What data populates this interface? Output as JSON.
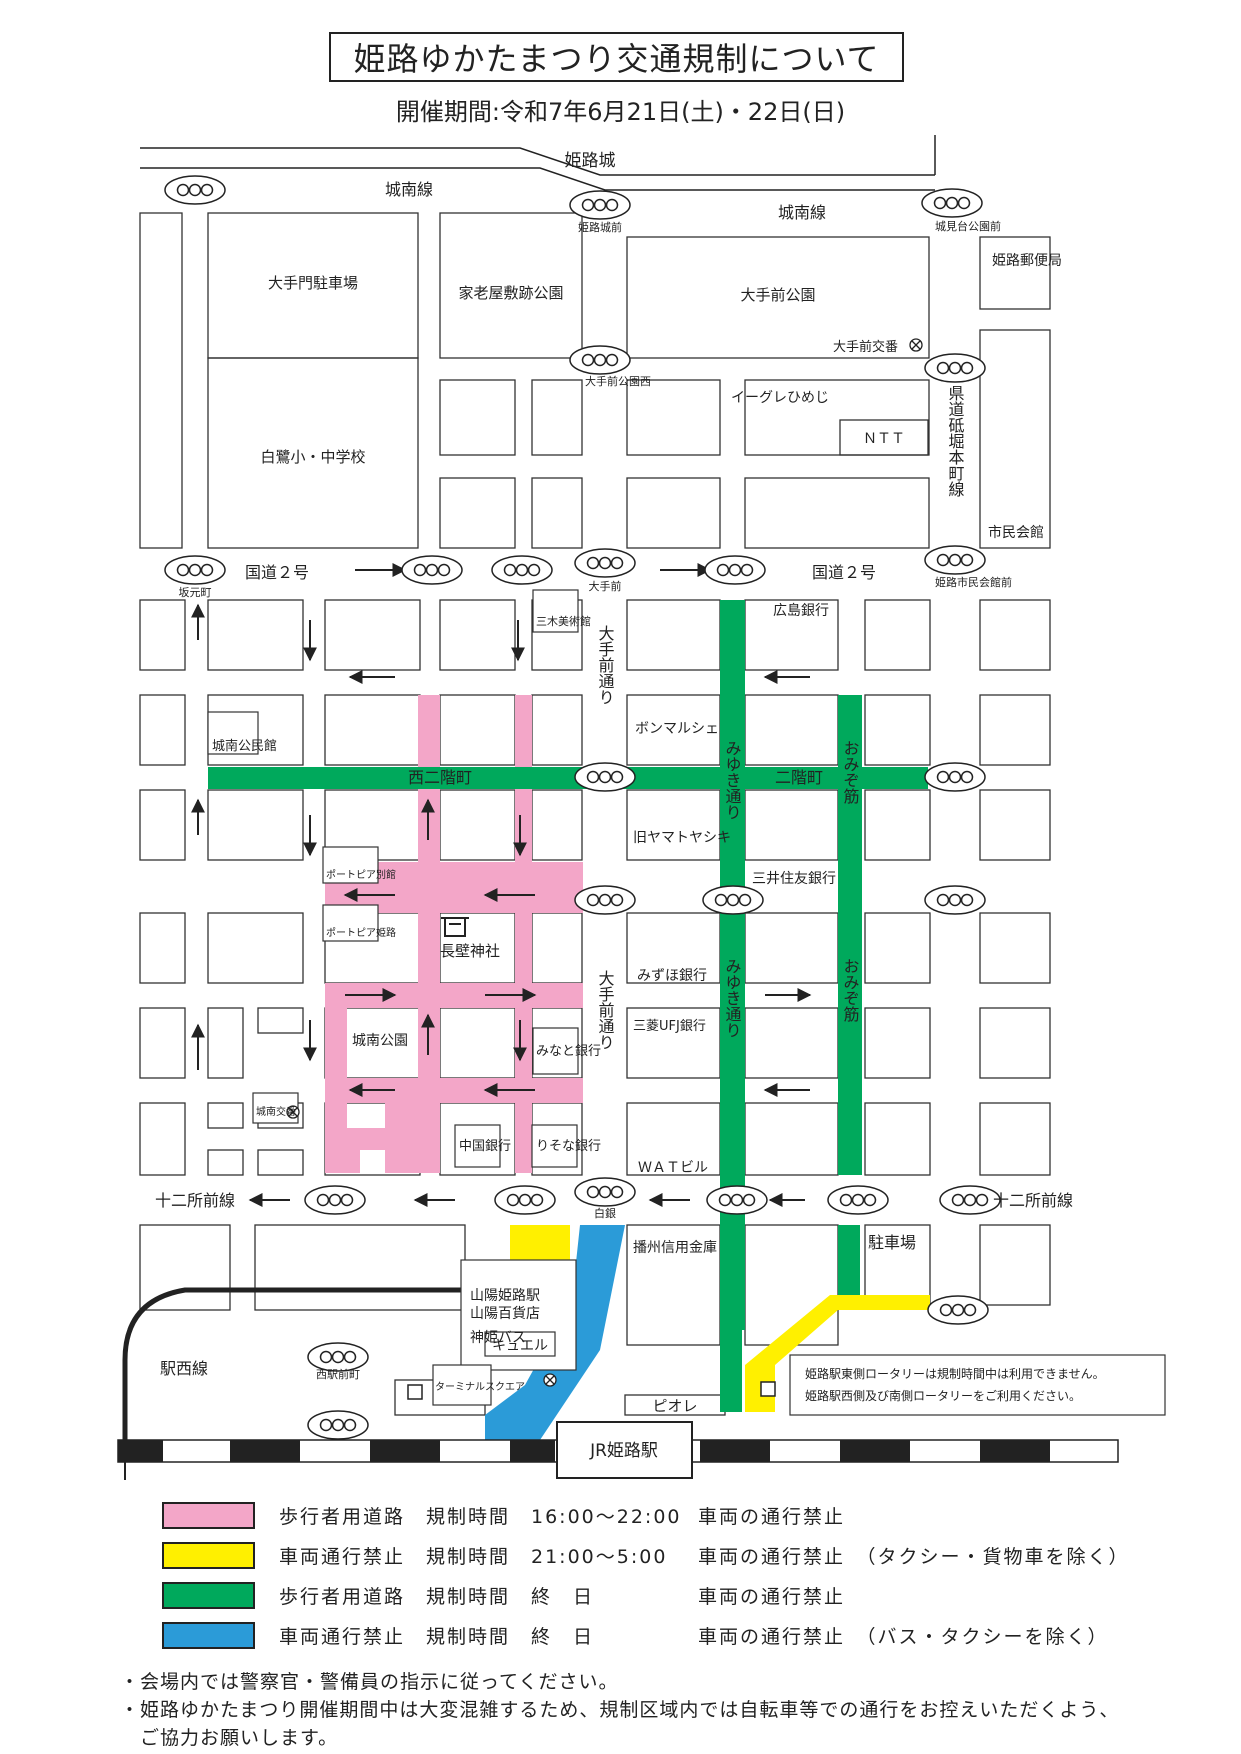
{
  "title": "姫路ゆかたまつり交通規制について",
  "period": "開催期間:令和7年6月21日(土)・22日(日)",
  "colors": {
    "pink": "#f3a6c8",
    "yellow": "#fff000",
    "green": "#00a95c",
    "blue": "#2b9bd8"
  },
  "map": {
    "castle": "姫路城",
    "roads": {
      "jonan_left": "城南線",
      "jonan_right": "城南線",
      "kokudo_left": "国道２号",
      "kokudo_right": "国道２号",
      "otemae_upper": "大手前通り",
      "otemae_lower": "大手前通り",
      "nishinikaimachi": "西二階町",
      "nikaimachi": "二階町",
      "miyuki_upper": "みゆき通り",
      "miyuki_lower": "みゆき通り",
      "omizo_upper": "おみぞ筋",
      "omizo_lower": "おみぞ筋",
      "kendo": "県道砥堀本町線",
      "junisho_left": "十二所前線",
      "junisho_right": "十二所前線",
      "ekinishi": "駅西線"
    },
    "signals": {
      "himejijomae": "姫路城前",
      "shiromidai": "城見台公園前",
      "otemae_koenmae_nishi": "大手前公園西",
      "sakamotomachi": "坂元町",
      "otemae": "大手前",
      "shimin_kaikan": "姫路市民会館前",
      "shirogin": "白銀",
      "ekimae_nishi": "西駅前町"
    },
    "places": {
      "otemon_parking": "大手門駐車場",
      "karoyashiki": "家老屋敷跡公園",
      "otemae_park": "大手前公園",
      "post_office": "姫路郵便局",
      "koban_otemae": "大手前交番",
      "eagle": "イーグレひめじ",
      "ntt": "ＮＴＴ",
      "hakuro_school": "白鷺小・中学校",
      "shimin_kaikan_bldg": "市民会館",
      "miki_museum": "三木美術館",
      "hiroshima_bank": "広島銀行",
      "jonan_kominkan": "城南公民館",
      "bon_marche": "ボンマルシェ",
      "yamatoyashiki": "旧ヤマトヤシキ",
      "mitsui": "三井住友銀行",
      "portopia_bekkan": "ポートピア別館",
      "portopia": "ポートピア姫路",
      "osakabe": "長壁神社",
      "mizuho": "みずほ銀行",
      "jonan_park": "城南公園",
      "minato_bank": "みなと銀行",
      "mufg": "三菱UFJ銀行",
      "jonan_koban": "城南交番",
      "chugoku_bank": "中国銀行",
      "resona": "りそな銀行",
      "wat": "ＷＡＴビル",
      "banshu_shinkin": "播州信用金庫",
      "parking": "駐車場",
      "sanyo_station": "山陽姫路駅",
      "sanyo_dept": "山陽百貨店",
      "shinki_bus": "神姫バス",
      "cuel": "キュエル",
      "terminal_square": "ターミナルスクエア",
      "piole": "ピオレ",
      "jr_station": "JR姫路駅"
    },
    "notice": [
      "姫路駅東側ロータリーは規制時間中は利用できません。",
      "姫路駅西側及び南側ロータリーをご利用ください。"
    ]
  },
  "legend": [
    {
      "color": "pink",
      "name": "歩行者用道路",
      "time": "規制時間　16:00〜22:00",
      "rule": "車両の通行禁止"
    },
    {
      "color": "yellow",
      "name": "車両通行禁止",
      "time": "規制時間　21:00〜5:00",
      "rule": "車両の通行禁止　（タクシー・貨物車を除く）"
    },
    {
      "color": "green",
      "name": "歩行者用道路",
      "time": "規制時間　終　日",
      "rule": "車両の通行禁止"
    },
    {
      "color": "blue",
      "name": "車両通行禁止",
      "time": "規制時間　終　日",
      "rule": "車両の通行禁止　（バス・タクシーを除く）"
    }
  ],
  "notes": [
    "・会場内では警察官・警備員の指示に従ってください。",
    "・姫路ゆかたまつり開催期間中は大変混雑するため、規制区域内では自転車等での通行をお控えいただくよう、",
    "　ご協力お願いします。"
  ]
}
